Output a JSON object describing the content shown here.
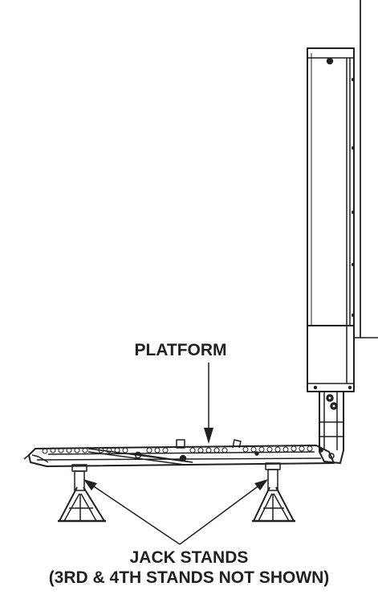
{
  "labels": {
    "platform": "PLATFORM",
    "jack_stands": "JACK STANDS",
    "jack_stands_note": "(3RD & 4TH STANDS NOT SHOWN)"
  },
  "colors": {
    "ink": "#231f20",
    "background": "#ffffff"
  }
}
